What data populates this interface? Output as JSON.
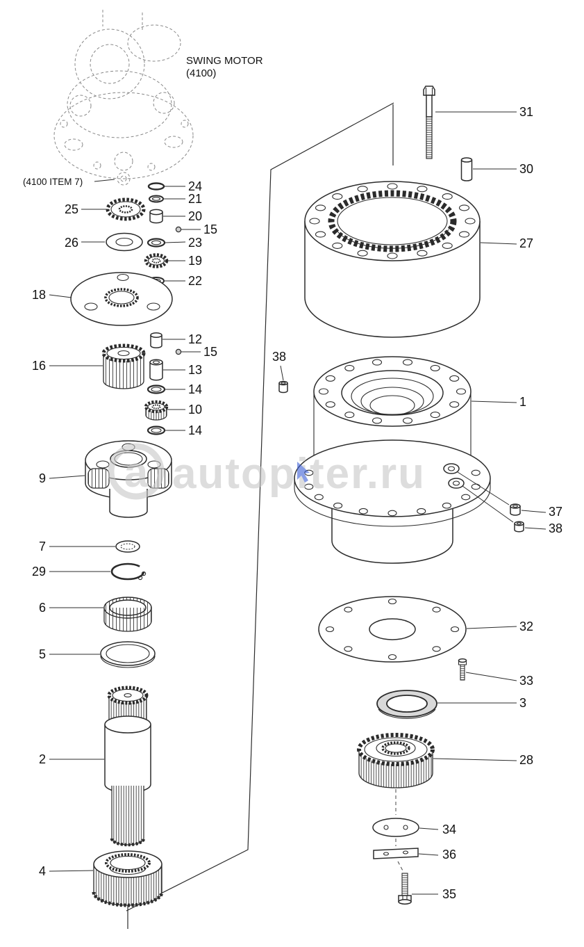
{
  "annotations": {
    "swing_motor": "SWING MOTOR",
    "swing_motor_code": "(4100)",
    "item_ref": "(4100 ITEM 7)"
  },
  "watermark": {
    "logo_letter": "a",
    "text": "autopiter.ru"
  },
  "colors": {
    "watermark_gray": "#c7c7c7",
    "cursor_blue": "#3c5fd6",
    "line_ink": "#2b2b2b"
  },
  "callouts": {
    "left": [
      "24",
      "21",
      "25",
      "20",
      "15",
      "26",
      "23",
      "19",
      "22",
      "18",
      "12",
      "15",
      "16",
      "13",
      "14",
      "10",
      "14",
      "9",
      "7",
      "29",
      "6",
      "5",
      "2",
      "4"
    ],
    "right": [
      "31",
      "30",
      "27",
      "38",
      "1",
      "37",
      "38",
      "32",
      "33",
      "3",
      "28",
      "34",
      "36",
      "35"
    ]
  }
}
